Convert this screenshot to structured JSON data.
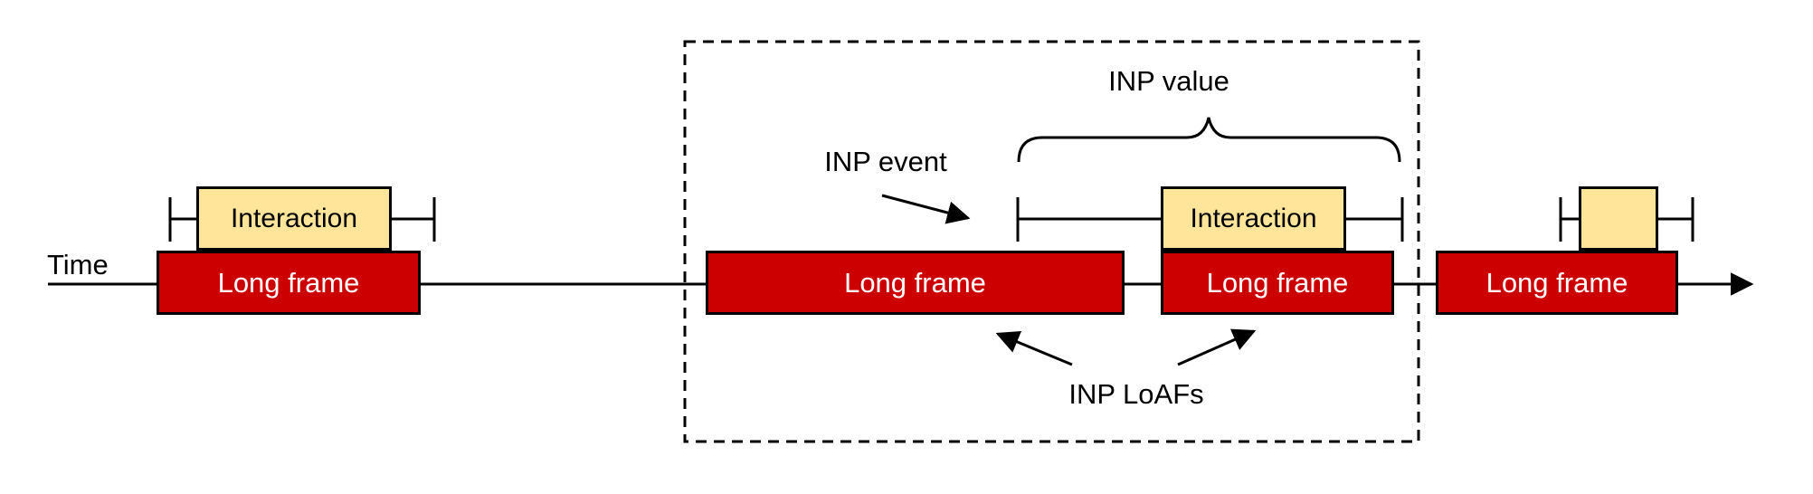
{
  "colors": {
    "frame_fill": "#cc0000",
    "frame_text": "#ffffff",
    "interaction_fill": "#ffe59a",
    "outline": "#000000"
  },
  "timeline": {
    "label": "Time"
  },
  "annotations": {
    "inp_value": "INP value",
    "inp_event": "INP event",
    "inp_loafs": "INP LoAFs"
  },
  "frames": [
    {
      "label": "Long frame"
    },
    {
      "label": "Long frame"
    },
    {
      "label": "Long frame"
    },
    {
      "label": "Long frame"
    }
  ],
  "interactions": [
    {
      "label": "Interaction"
    },
    {
      "label": "Interaction"
    },
    {
      "label": ""
    }
  ]
}
